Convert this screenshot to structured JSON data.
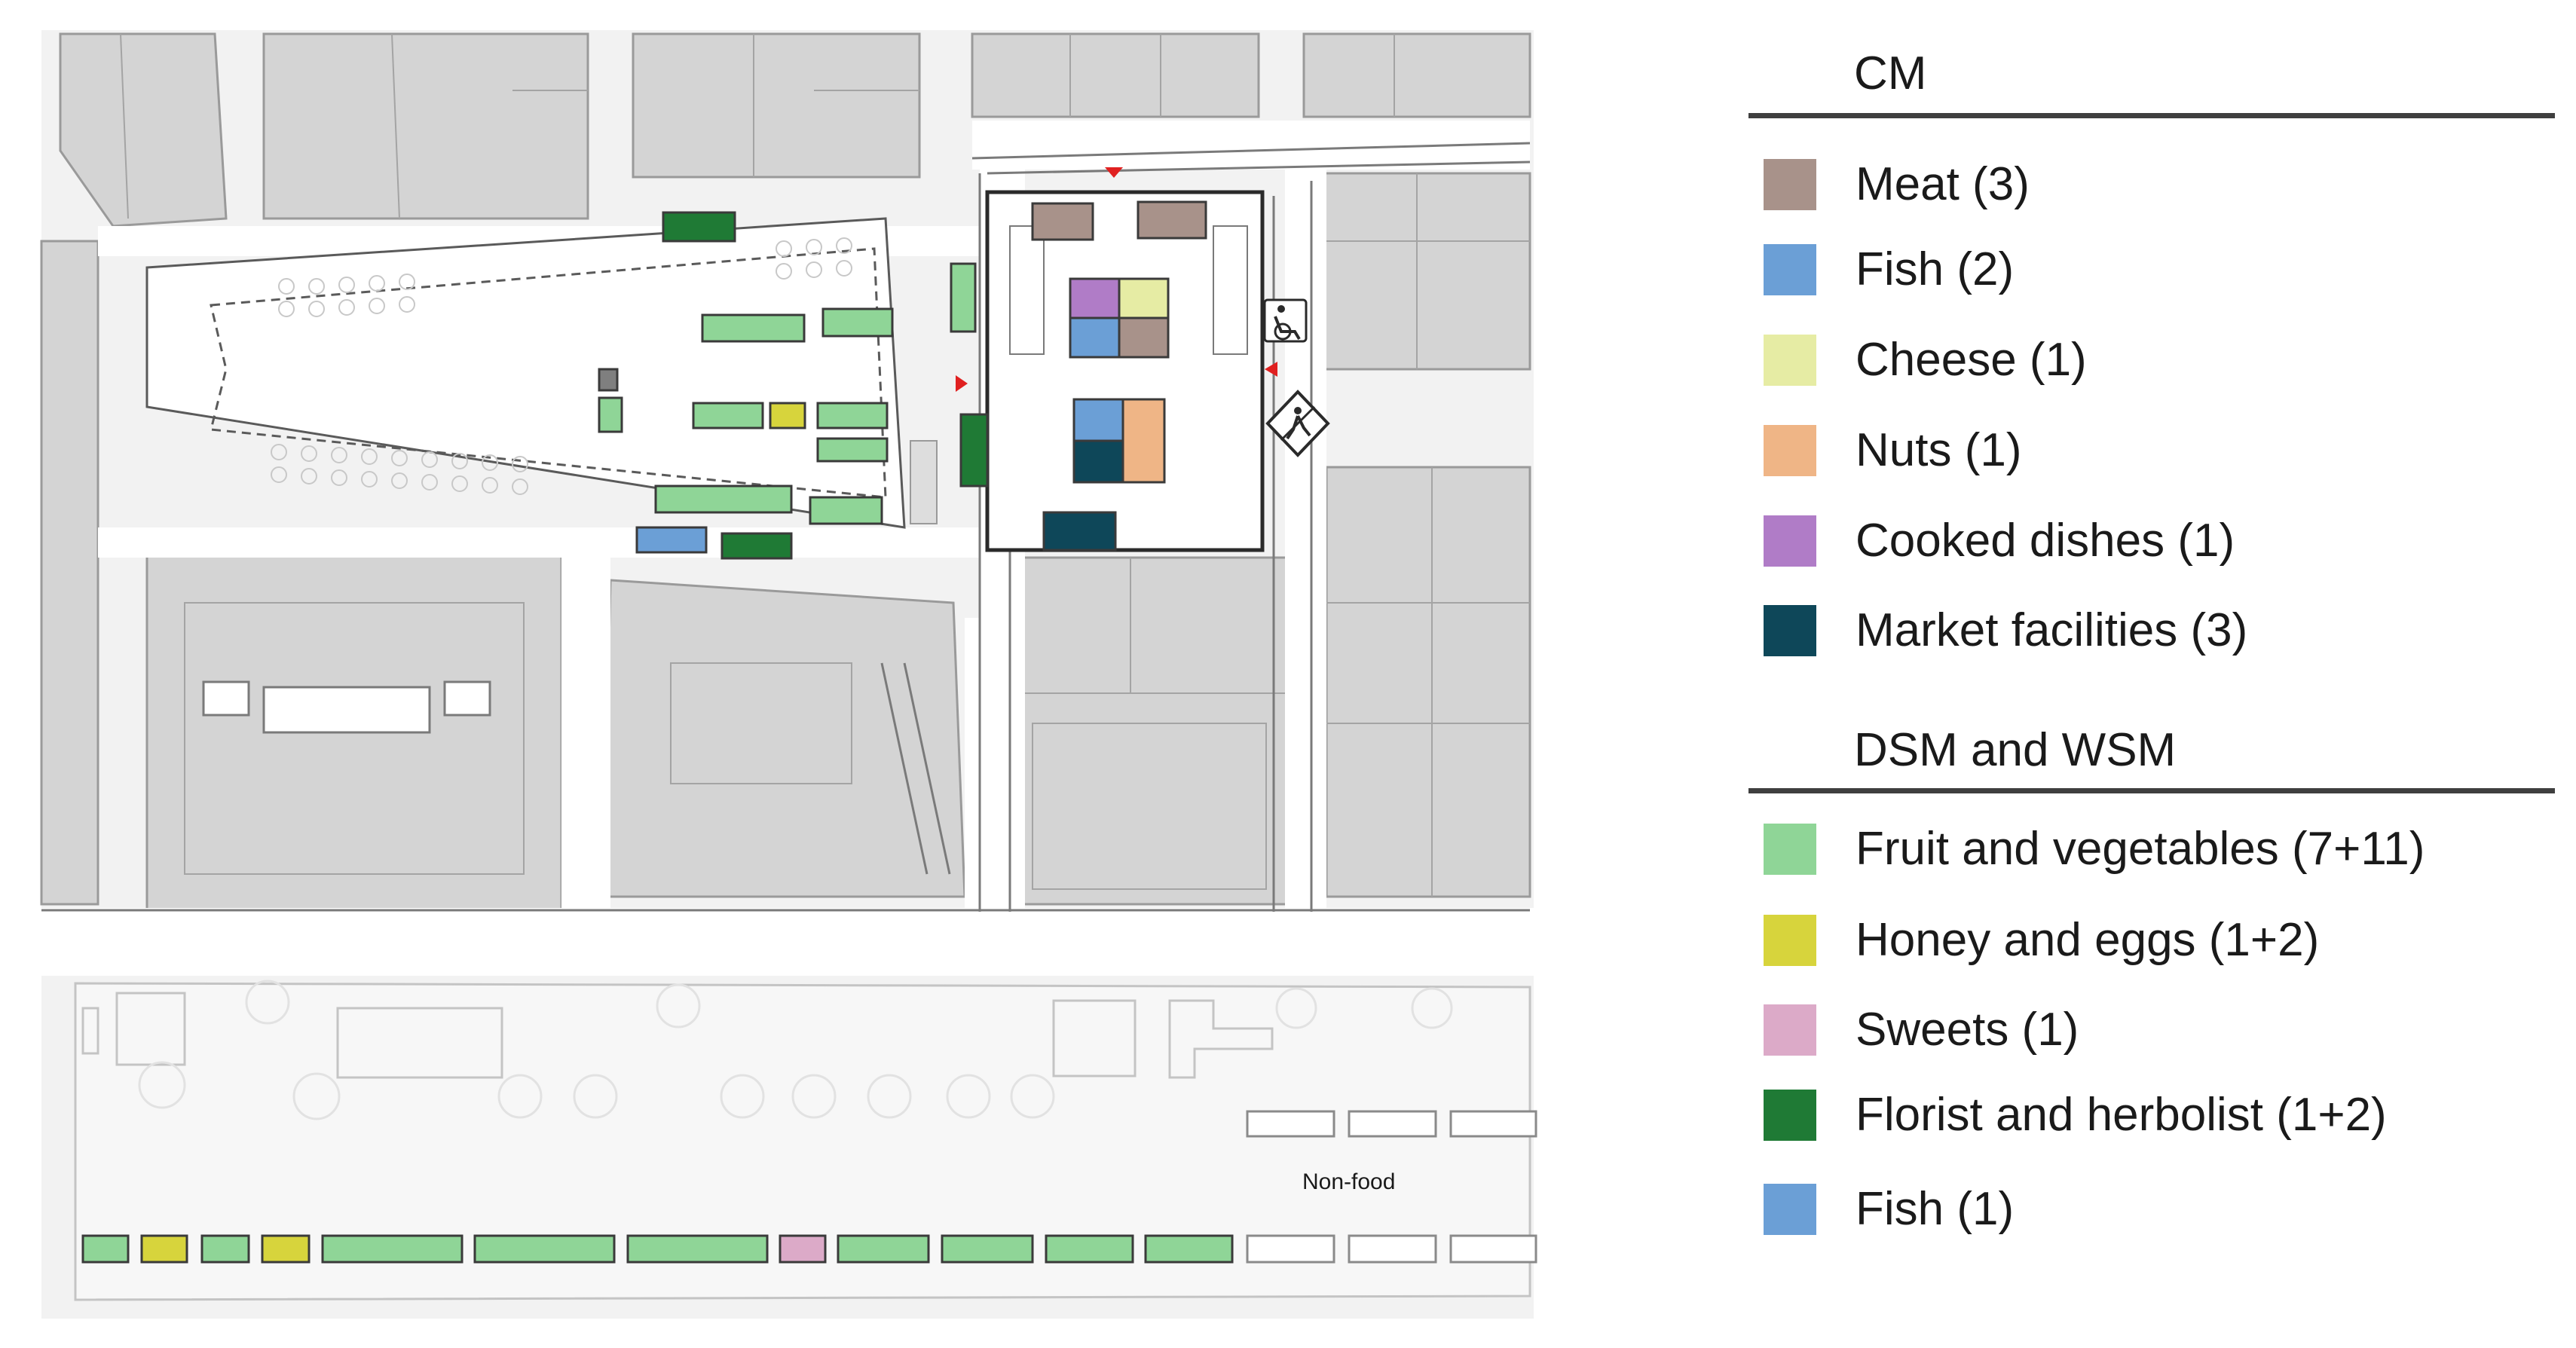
{
  "legend": {
    "cm_heading": "CM",
    "cm_items": [
      {
        "label": "Meat (3)",
        "color": "#a8928a"
      },
      {
        "label": "Fish (2)",
        "color": "#6b9fd6"
      },
      {
        "label": "Cheese (1)",
        "color": "#e6eca4"
      },
      {
        "label": "Nuts (1)",
        "color": "#efb586"
      },
      {
        "label": "Cooked dishes (1)",
        "color": "#b07cc7"
      },
      {
        "label": "Market facilities (3)",
        "color": "#0e4759"
      }
    ],
    "dsm_heading": "DSM and WSM",
    "dsm_items": [
      {
        "label": "Fruit and vegetables (7+11)",
        "color": "#8fd597"
      },
      {
        "label": "Honey and eggs (1+2)",
        "color": "#d7d43c"
      },
      {
        "label": "Sweets (1)",
        "color": "#dcaac8"
      },
      {
        "label": "Florist and herbolist (1+2)",
        "color": "#1f7a35"
      },
      {
        "label": "Fish (1)",
        "color": "#6b9fd6"
      }
    ]
  },
  "map": {
    "non_food_label": "Non-food",
    "colors": {
      "building": "#d4d4d4",
      "building_edge": "#9a9a9a",
      "ghost_building": "#f7f7f7",
      "street": "#ffffff",
      "outline": "#7a7a7a",
      "entrance_marker": "#e02020",
      "icon_gray": "#7f7f7f"
    },
    "icons": [
      "wheelchair-icon",
      "no-pedestrian-icon",
      "entrance-arrow-icon"
    ]
  }
}
